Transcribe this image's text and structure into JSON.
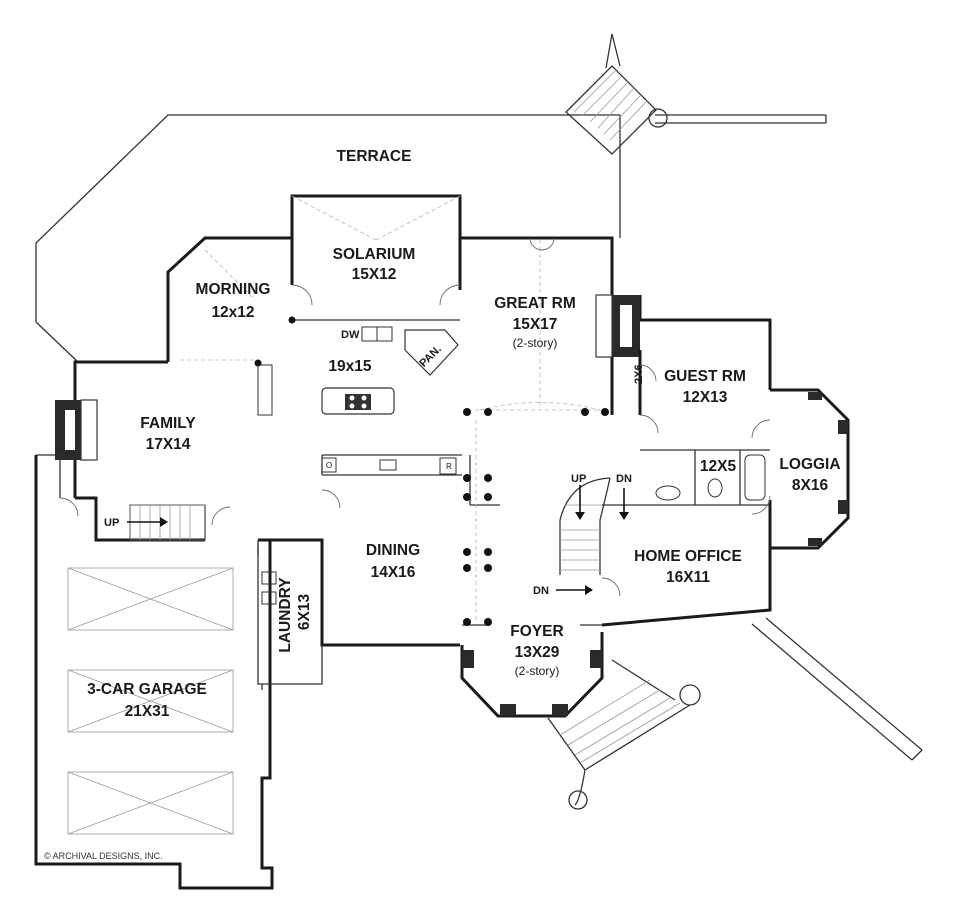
{
  "rooms": {
    "terrace": {
      "name": "TERRACE"
    },
    "solarium": {
      "name": "SOLARIUM",
      "size": "15X12"
    },
    "morning": {
      "name": "MORNING",
      "size": "12x12"
    },
    "great_rm": {
      "name": "GREAT RM",
      "size": "15X17",
      "note": "(2-story)"
    },
    "kitchen": {
      "size": "19x15"
    },
    "guest_rm": {
      "name": "GUEST RM",
      "size": "12X13"
    },
    "family": {
      "name": "FAMILY",
      "size": "17X14"
    },
    "loggia": {
      "name": "LOGGIA",
      "size": "8X16"
    },
    "bath": {
      "size": "12X5"
    },
    "dining": {
      "name": "DINING",
      "size": "14X16"
    },
    "home_office": {
      "name": "HOME OFFICE",
      "size": "16X11"
    },
    "laundry": {
      "name": "LAUNDRY",
      "size": "6X13"
    },
    "foyer": {
      "name": "FOYER",
      "size": "13X29",
      "note": "(2-story)"
    },
    "garage": {
      "name": "3-CAR GARAGE",
      "size": "21X31"
    }
  },
  "labels": {
    "dw": "DW",
    "pantry": "PAN.",
    "closet": "2X6",
    "up_family": "UP",
    "up_stair": "UP",
    "dn_stair": "DN",
    "dn_foyer": "DN",
    "oven": "O",
    "fridge": "R"
  },
  "copyright": "© ARCHIVAL DESIGNS, INC."
}
